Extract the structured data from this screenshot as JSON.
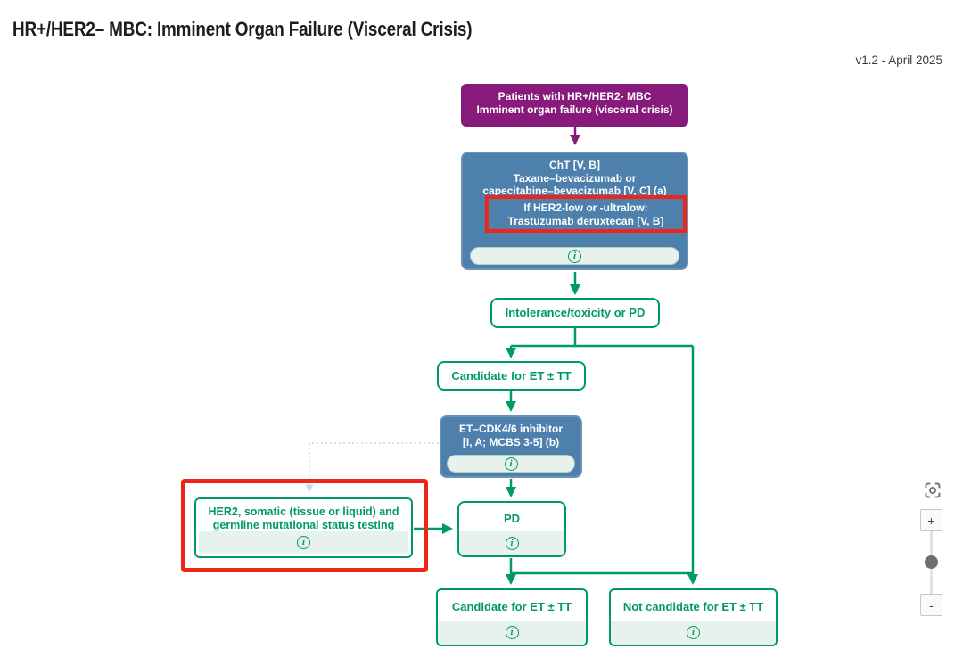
{
  "header": {
    "title": "HR+/HER2– MBC: Imminent Organ Failure (Visceral Crisis)",
    "version": "v1.2 - April 2025"
  },
  "colors": {
    "purple": "#871B7C",
    "blue": "#4D80AC",
    "green": "#009B62",
    "light_green": "#E6F2EB",
    "red": "#EE2518",
    "dotted": "#C5D9E8"
  },
  "flowchart": {
    "patients_box": {
      "line1": "Patients with HR+/HER2- MBC",
      "line2": "Imminent organ failure (visceral crisis)"
    },
    "cht_box": {
      "line1": "ChT [V, B]",
      "line2": "Taxane–bevacizumab or",
      "line3": "capecitabine–bevacizumab [V, C] (a)",
      "highlight_line1": "If HER2-low or -ultralow:",
      "highlight_line2": "Trastuzumab deruxtecan [V, B]"
    },
    "intolerance_box": {
      "label": "Intolerance/toxicity or PD"
    },
    "candidate_top_box": {
      "label": "Candidate for ET ± TT"
    },
    "et_cdk_box": {
      "line1": "ET–CDK4/6 inhibitor",
      "line2": "[I, A; MCBS 3-5] (b)"
    },
    "her2_testing_box": {
      "line1": "HER2, somatic (tissue or liquid) and",
      "line2": "germline mutational status testing"
    },
    "pd_box": {
      "label": "PD"
    },
    "candidate_bottom_box": {
      "label": "Candidate for ET ± TT"
    },
    "not_candidate_box": {
      "label": "Not candidate for ET ± TT"
    }
  },
  "icons": {
    "info": "i"
  },
  "controls": {
    "zoom_in": "+",
    "zoom_out": "-"
  }
}
